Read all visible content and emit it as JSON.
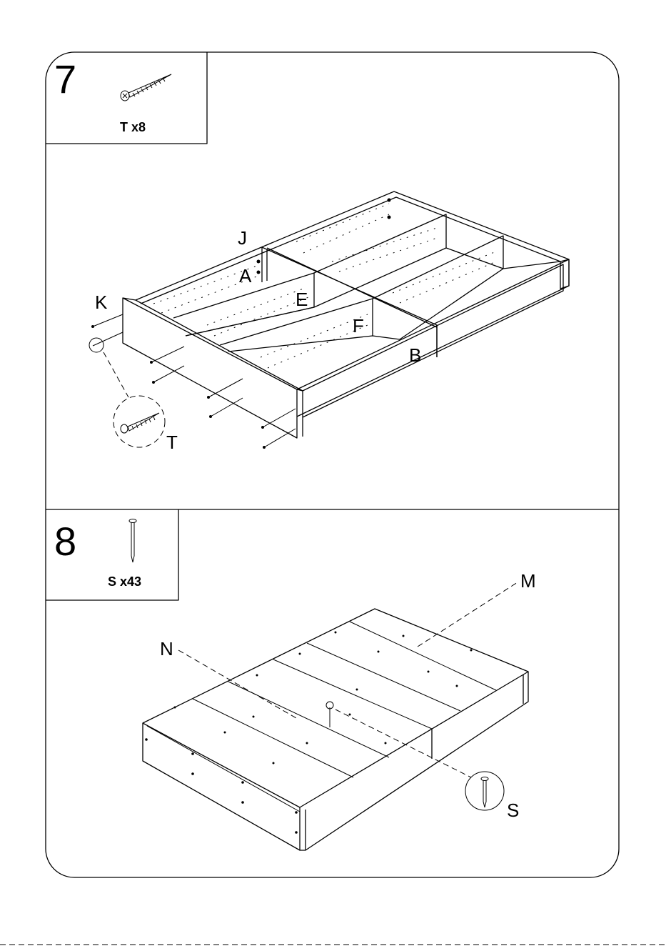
{
  "steps": [
    {
      "number": "7",
      "hardware_qty": "T x8",
      "part_labels": {
        "J": "J",
        "A": "A",
        "K": "K",
        "E": "E",
        "F": "F",
        "B": "B",
        "T": "T"
      },
      "hardware_icon": "screw-icon"
    },
    {
      "number": "8",
      "hardware_qty": "S x43",
      "part_labels": {
        "M": "M",
        "N": "N",
        "S": "S"
      },
      "hardware_icon": "nail-icon"
    }
  ]
}
